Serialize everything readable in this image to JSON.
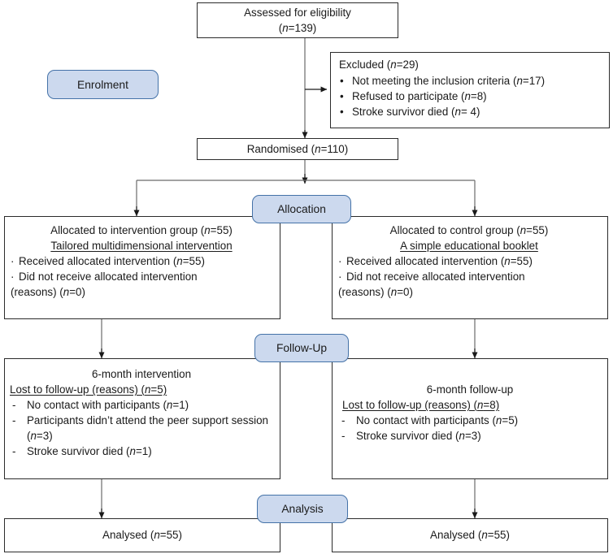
{
  "diagram": {
    "title": "CONSORT participant flow diagram",
    "type": "flowchart",
    "accent_color": "#ccd9ee",
    "accent_border_color": "#4472a8",
    "box_border_color": "#2b2b2b",
    "background_color": "#ffffff"
  },
  "stages": {
    "enrolment": "Enrolment",
    "allocation": "Allocation",
    "followup": "Follow-Up",
    "analysis": "Analysis"
  },
  "enrolment": {
    "assessed": {
      "line1": "Assessed for eligibility",
      "line2_prefix": "(",
      "line2_n": "n",
      "line2_suffix": "=139)"
    },
    "excluded": {
      "title_text": "Excluded (",
      "title_n": "n",
      "title_suffix": "=29)",
      "reasons": [
        {
          "marker": "•",
          "text": "Not meeting the inclusion criteria (",
          "n": "n",
          "suffix": "=17)"
        },
        {
          "marker": "•",
          "text": "Refused to participate (",
          "n": "n",
          "suffix": "=8)"
        },
        {
          "marker": "•",
          "text": "Stroke survivor died (",
          "n": "n",
          "suffix": "= 4)"
        }
      ]
    },
    "randomised": {
      "text": "Randomised (",
      "n": "n",
      "suffix": "=110)"
    }
  },
  "allocation": {
    "intervention": {
      "heading": "Allocated to intervention group (",
      "heading_n": "n",
      "heading_suffix": "=55)",
      "subheading": "Tailored multidimensional intervention",
      "items": [
        {
          "marker": "·",
          "text": "Received allocated intervention (",
          "n": "n",
          "suffix": "=55)"
        },
        {
          "marker": "·",
          "text": "Did not receive allocated intervention",
          "n": "",
          "suffix": ""
        }
      ],
      "trailing": "(reasons) (",
      "trailing_n": "n",
      "trailing_suffix": "=0)"
    },
    "control": {
      "heading": "Allocated to control group (",
      "heading_n": "n",
      "heading_suffix": "=55)",
      "subheading": "A simple educational booklet",
      "items": [
        {
          "marker": "·",
          "text": "Received allocated intervention (",
          "n": "n",
          "suffix": "=55)"
        },
        {
          "marker": "·",
          "text": "Did not receive allocated intervention",
          "n": "",
          "suffix": ""
        }
      ],
      "trailing": "(reasons) (",
      "trailing_n": "n",
      "trailing_suffix": "=0)"
    }
  },
  "followup": {
    "intervention": {
      "heading": "6-month intervention",
      "lost_label": "Lost to follow-up (reasons) (",
      "lost_n": "n",
      "lost_suffix": "=5)",
      "reasons": [
        {
          "marker": "-",
          "text": "No contact with participants (",
          "n": "n",
          "suffix": "=1)"
        },
        {
          "marker": "-",
          "text": "Participants didn’t attend the peer support session (",
          "n": "n",
          "suffix": "=3)"
        },
        {
          "marker": "-",
          "text": "Stroke survivor died (",
          "n": "n",
          "suffix": "=1)"
        }
      ]
    },
    "control": {
      "heading": "6-month follow-up",
      "lost_label": "Lost to follow-up (reasons) (",
      "lost_n": "n",
      "lost_suffix": "=8)",
      "reasons": [
        {
          "marker": "-",
          "text": "No contact with participants (",
          "n": "n",
          "suffix": "=5)"
        },
        {
          "marker": "-",
          "text": "Stroke survivor died (",
          "n": "n",
          "suffix": "=3)"
        }
      ]
    }
  },
  "analysis": {
    "intervention": {
      "text": "Analysed (",
      "n": "n",
      "suffix": "=55)"
    },
    "control": {
      "text": "Analysed (",
      "n": "n",
      "suffix": "=55)"
    }
  }
}
